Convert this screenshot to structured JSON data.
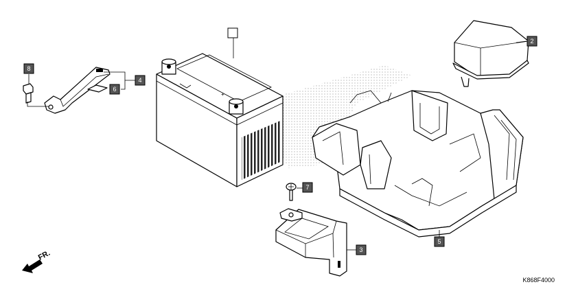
{
  "diagram": {
    "callouts": [
      {
        "id": "battery",
        "label": "",
        "style": "empty"
      },
      {
        "id": "cover",
        "label": "2",
        "style": "filled"
      },
      {
        "id": "holder",
        "label": "3",
        "style": "filled"
      },
      {
        "id": "stay",
        "label": "4",
        "style": "filled"
      },
      {
        "id": "case",
        "label": "5",
        "style": "filled"
      },
      {
        "id": "pad",
        "label": "6",
        "style": "filled"
      },
      {
        "id": "screw",
        "label": "7",
        "style": "filled"
      },
      {
        "id": "bolt",
        "label": "8",
        "style": "filled"
      }
    ],
    "direction_label": "FR.",
    "figure_code": "K868F4000"
  },
  "colors": {
    "callout_fill": "#555555",
    "line": "#000000",
    "background": "#ffffff"
  }
}
